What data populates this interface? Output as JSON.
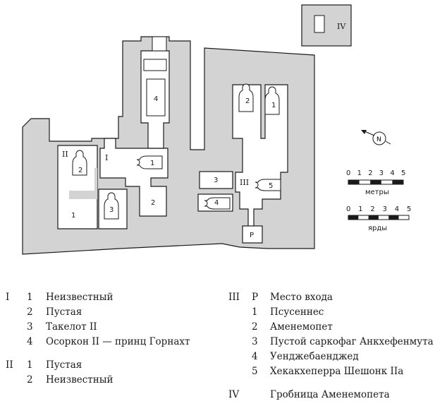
{
  "map": {
    "tomb_labels": {
      "I": "I",
      "II": "II",
      "III": "III",
      "IV": "IV"
    },
    "room_numbers": {
      "I_1": "1",
      "I_2": "2",
      "I_3": "3",
      "I_4": "4",
      "II_1": "1",
      "II_2": "2",
      "III_1": "1",
      "III_2": "2",
      "III_3": "3",
      "III_4": "4",
      "III_5": "5",
      "III_P": "P"
    },
    "compass_letter": "N",
    "scale_meters": {
      "ticks": [
        "0",
        "1",
        "2",
        "3",
        "4",
        "5"
      ],
      "unit": "метры"
    },
    "scale_yards": {
      "ticks": [
        "0",
        "1",
        "2",
        "3",
        "4",
        "5"
      ],
      "unit": "ярды"
    }
  },
  "legend": {
    "groups": [
      {
        "tomb": "I",
        "items": [
          {
            "key": "1",
            "text": "Неизвестный"
          },
          {
            "key": "2",
            "text": "Пустая"
          },
          {
            "key": "3",
            "text": "Такелот II"
          },
          {
            "key": "4",
            "text": "Осоркон II — принц Горнахт"
          }
        ]
      },
      {
        "tomb": "II",
        "items": [
          {
            "key": "1",
            "text": "Пустая"
          },
          {
            "key": "2",
            "text": "Неизвестный"
          }
        ]
      },
      {
        "tomb": "III",
        "items": [
          {
            "key": "P",
            "text": "Место входа"
          },
          {
            "key": "1",
            "text": "Псусеннес"
          },
          {
            "key": "2",
            "text": "Аменемопет"
          },
          {
            "key": "3",
            "text": "Пустой саркофаг Анкхефенмута"
          },
          {
            "key": "4",
            "text": "Уенджебаенджед"
          },
          {
            "key": "5",
            "text": "Хекакхеперра Шешонк IIa"
          }
        ]
      },
      {
        "tomb": "IV",
        "items": [
          {
            "key": "",
            "text": "Гробница Аменемопета"
          }
        ]
      }
    ]
  }
}
